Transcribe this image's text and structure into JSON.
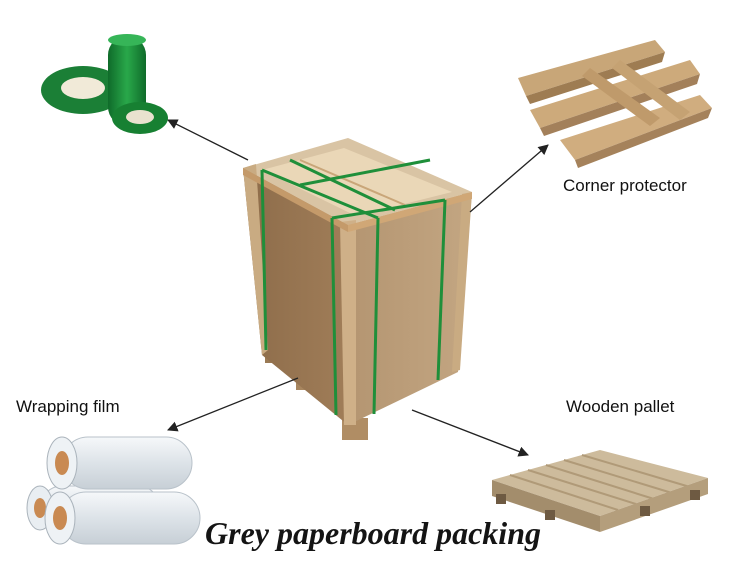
{
  "title": "Grey paperboard packing",
  "components": {
    "corner_protector": "Corner protector",
    "wrapping_film": "Wrapping film",
    "wooden_pallet": "Wooden pallet"
  },
  "colors": {
    "strap_green": "#1f8f3a",
    "cardboard": "#b89a75",
    "paperboard_stack": "#a9875f",
    "pallet_wood": "#c9b596",
    "arrow": "#222222"
  }
}
